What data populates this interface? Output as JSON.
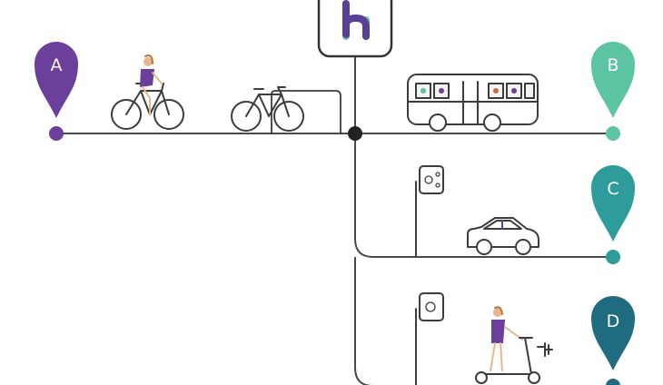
{
  "pins": [
    {
      "label": "A",
      "color": "#6b3f9c"
    },
    {
      "label": "B",
      "color": "#5cc3a3"
    },
    {
      "label": "C",
      "color": "#2e9c9b"
    },
    {
      "label": "D",
      "color": "#1f6b80"
    }
  ],
  "logo": {
    "color_primary": "#5a3f99",
    "color_secondary": "#6cc7a8"
  },
  "line_color": "#4a4a4a"
}
